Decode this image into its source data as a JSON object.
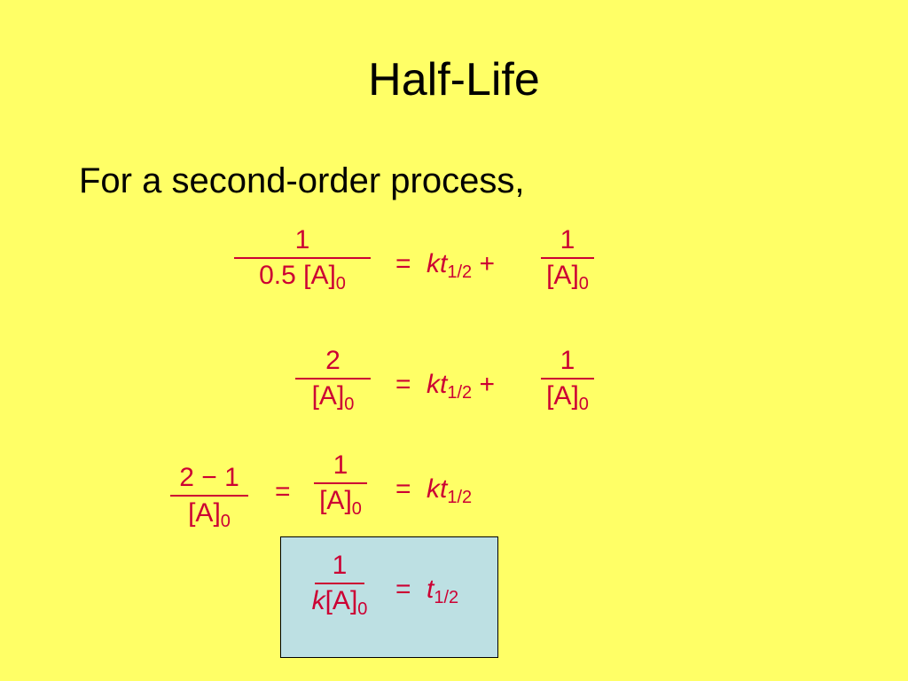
{
  "slide": {
    "title": "Half-Life",
    "intro": "For a second-order process,"
  },
  "equations": {
    "row1": {
      "lhs_num": "1",
      "lhs_den": "0.5 [A]",
      "lhs_den_sub": "0",
      "eq": "=",
      "k": "k",
      "t": "t",
      "t_sub": "1/2",
      "plus": "+",
      "rhs_num": "1",
      "rhs_den": "[A]",
      "rhs_den_sub": "0"
    },
    "row2": {
      "lhs_num": "2",
      "lhs_den": "[A]",
      "lhs_den_sub": "0",
      "eq": "=",
      "k": "k",
      "t": "t",
      "t_sub": "1/2",
      "plus": "+",
      "rhs_num": "1",
      "rhs_den": "[A]",
      "rhs_den_sub": "0"
    },
    "row3": {
      "lhs_num": "2 − 1",
      "lhs_den": "[A]",
      "lhs_den_sub": "0",
      "eq1": "=",
      "mid_num": "1",
      "mid_den": "[A]",
      "mid_den_sub": "0",
      "eq2": "=",
      "k": "k",
      "t": "t",
      "t_sub": "1/2"
    },
    "row4": {
      "num": "1",
      "den_k": "k",
      "den": "[A]",
      "den_sub": "0",
      "eq": "=",
      "t": "t",
      "t_sub": "1/2"
    }
  },
  "colors": {
    "background": "#ffff66",
    "equation_text": "#cc0033",
    "highlight_box": "#bde0e3"
  }
}
